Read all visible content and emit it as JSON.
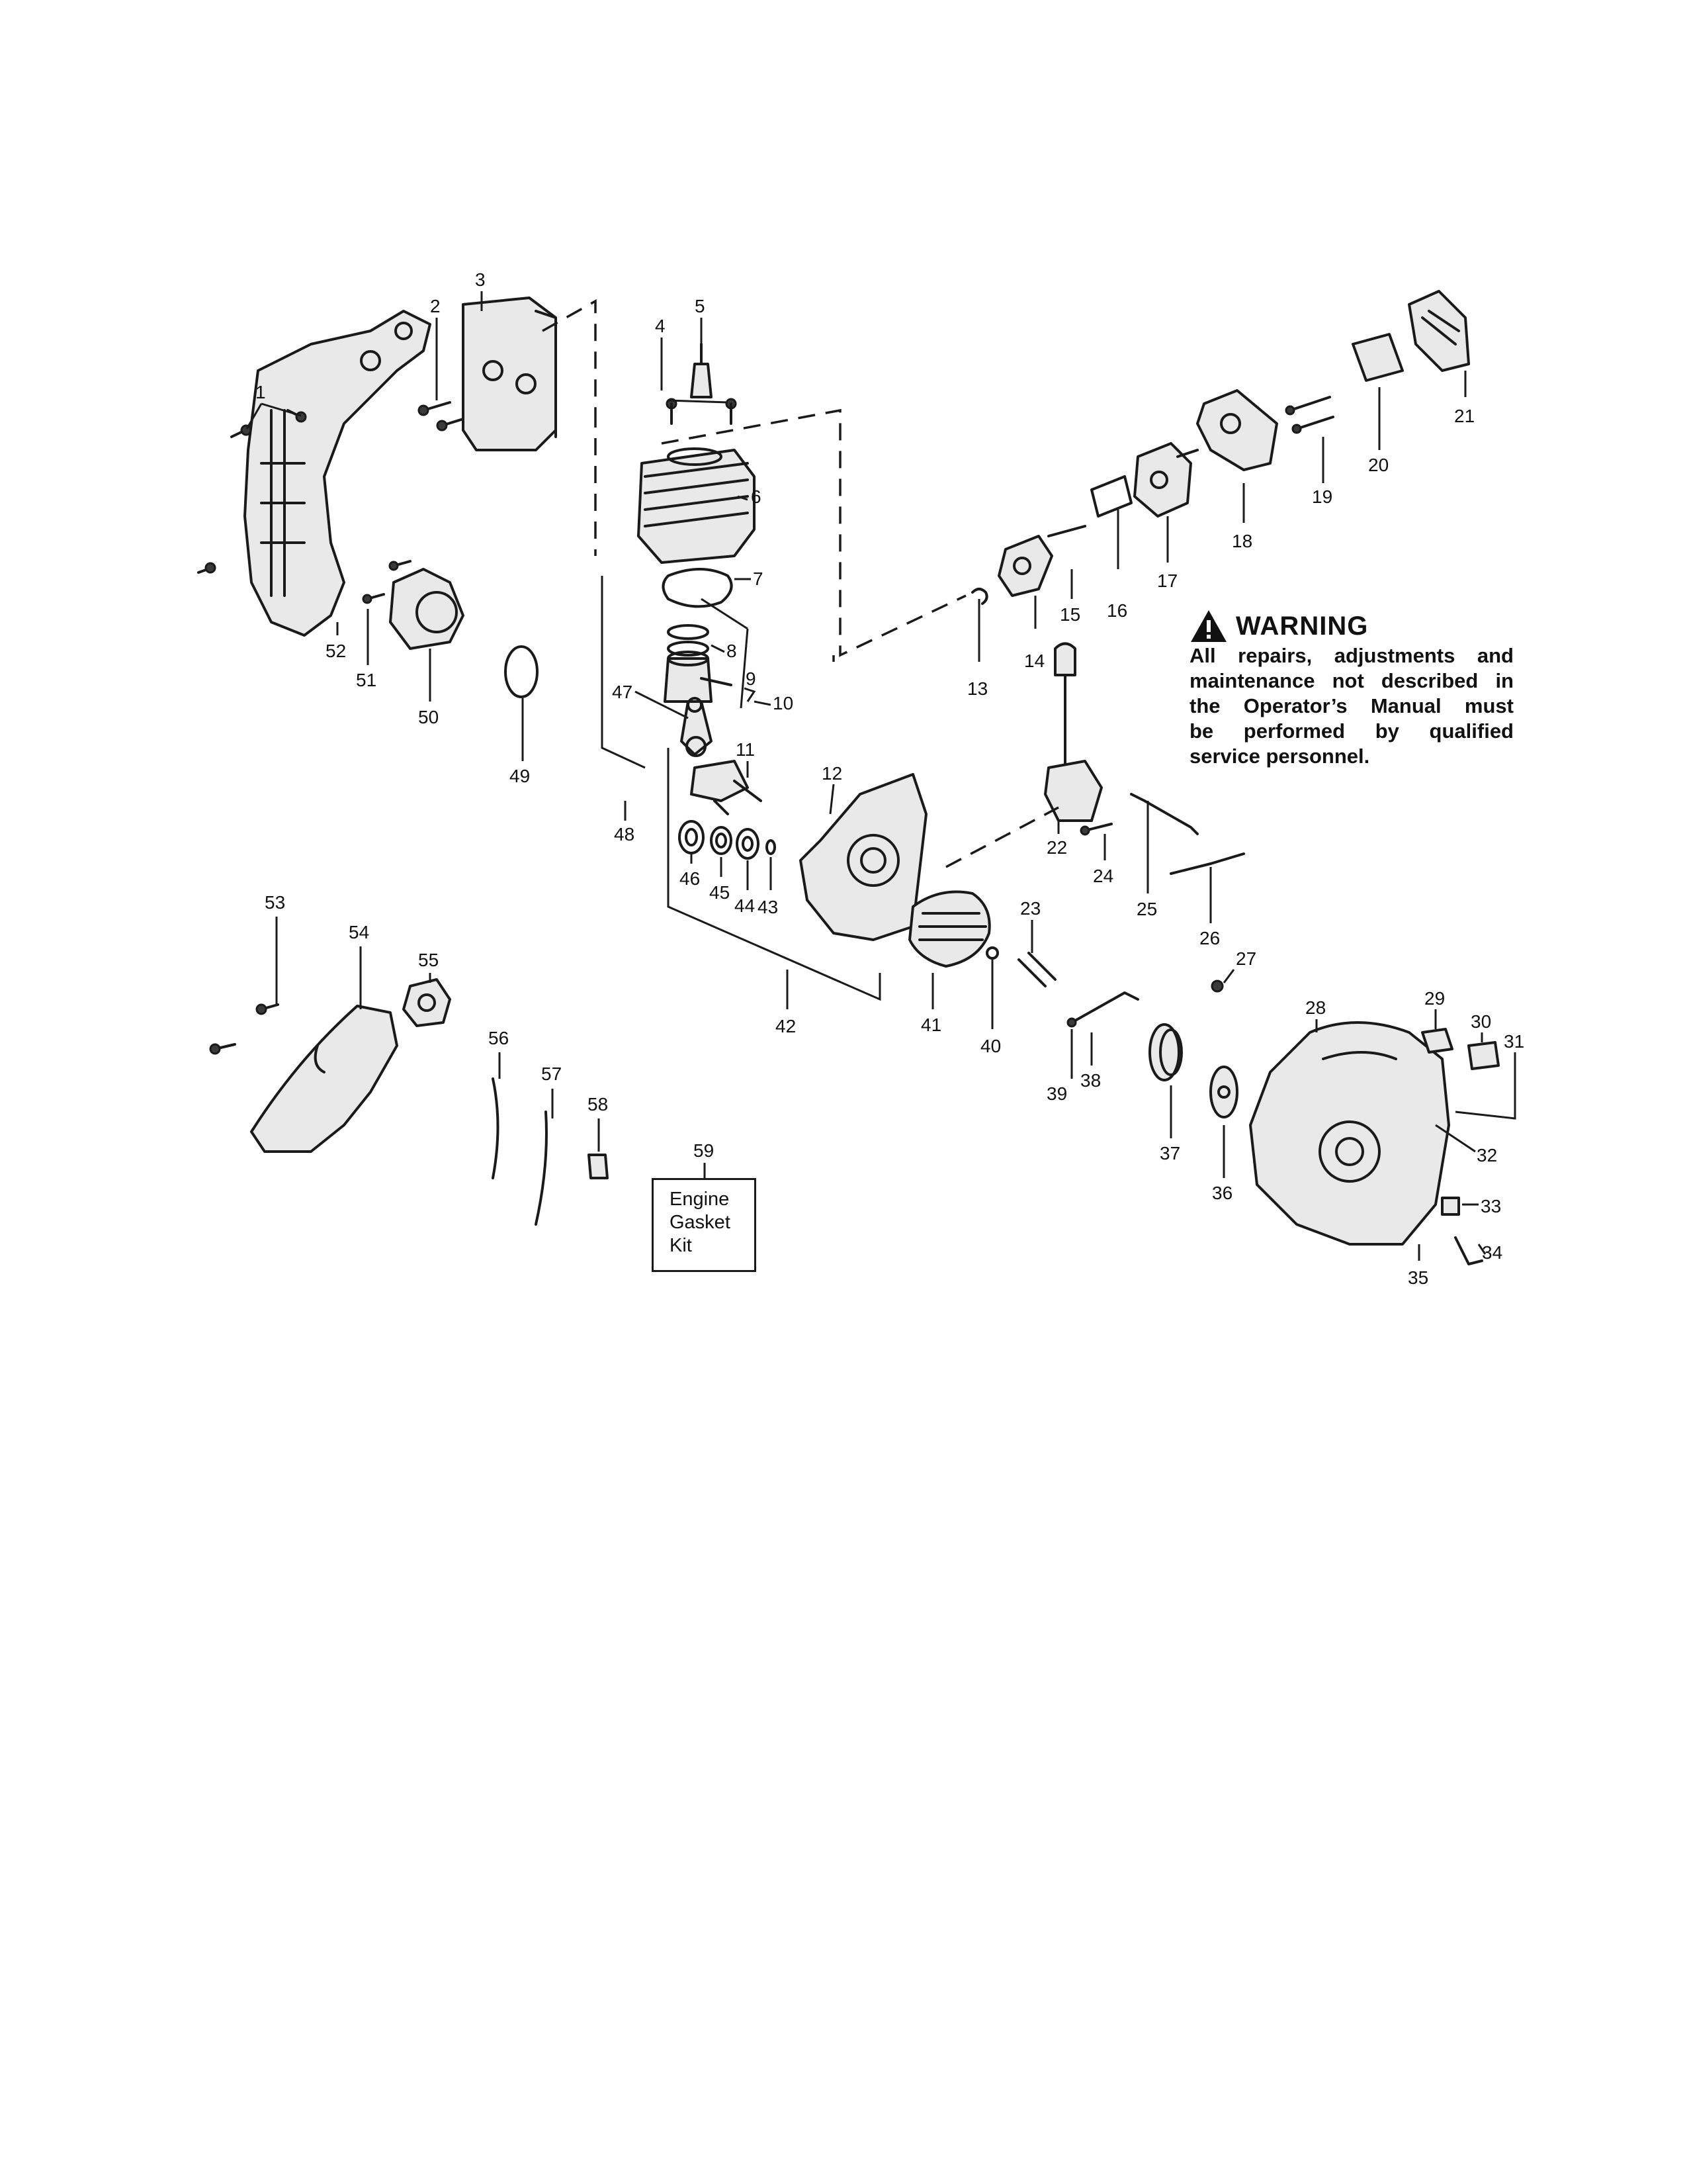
{
  "warning": {
    "title": "WARNING",
    "lines": [
      "All repairs, adjustments and",
      "maintenance not described in",
      "the Operator’s Manual must",
      "be performed by qualified",
      "service personnel."
    ]
  },
  "kit": {
    "number": "59",
    "lines": [
      "Engine",
      "Gasket",
      "Kit"
    ]
  },
  "callouts": [
    "1",
    "2",
    "3",
    "4",
    "5",
    "6",
    "7",
    "8",
    "9",
    "10",
    "11",
    "12",
    "13",
    "14",
    "15",
    "16",
    "17",
    "18",
    "19",
    "20",
    "21",
    "22",
    "23",
    "24",
    "25",
    "26",
    "27",
    "28",
    "29",
    "30",
    "31",
    "32",
    "33",
    "34",
    "35",
    "36",
    "37",
    "38",
    "39",
    "40",
    "41",
    "42",
    "43",
    "44",
    "45",
    "46",
    "47",
    "48",
    "49",
    "50",
    "51",
    "52",
    "53",
    "54",
    "55",
    "56",
    "57",
    "58"
  ],
  "icons": [
    "warning-triangle-icon"
  ]
}
